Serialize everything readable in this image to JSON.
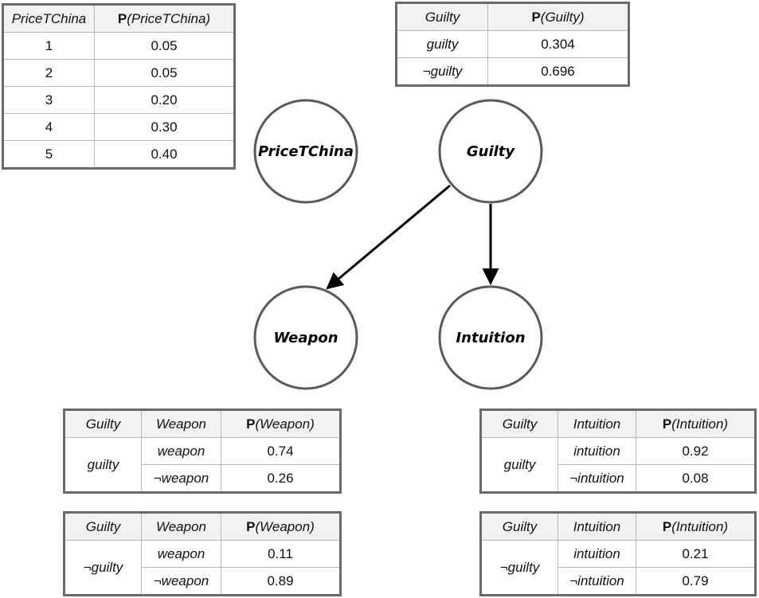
{
  "nodes": {
    "price": "PriceTChina",
    "guilty": "Guilty",
    "weapon": "Weapon",
    "intuition": "Intuition"
  },
  "prior_price": {
    "var_header": "PriceTChina",
    "p_bold": "P",
    "p_arg": "(PriceTChina)",
    "rows": [
      {
        "value": "1",
        "p": "0.05"
      },
      {
        "value": "2",
        "p": "0.05"
      },
      {
        "value": "3",
        "p": "0.20"
      },
      {
        "value": "4",
        "p": "0.30"
      },
      {
        "value": "5",
        "p": "0.40"
      }
    ]
  },
  "prior_guilty": {
    "var_header": "Guilty",
    "p_bold": "P",
    "p_arg": "(Guilty)",
    "rows": [
      {
        "value": "guilty",
        "p": "0.304"
      },
      {
        "value": "¬guilty",
        "p": "0.696"
      }
    ]
  },
  "cpt_weapon_guilty": {
    "parent_header": "Guilty",
    "var_header": "Weapon",
    "p_bold": "P",
    "p_arg": "(Weapon)",
    "parent_value": "guilty",
    "rows": [
      {
        "value": "weapon",
        "p": "0.74"
      },
      {
        "value": "¬weapon",
        "p": "0.26"
      }
    ]
  },
  "cpt_weapon_notguilty": {
    "parent_header": "Guilty",
    "var_header": "Weapon",
    "p_bold": "P",
    "p_arg": "(Weapon)",
    "parent_value": "¬guilty",
    "rows": [
      {
        "value": "weapon",
        "p": "0.11"
      },
      {
        "value": "¬weapon",
        "p": "0.89"
      }
    ]
  },
  "cpt_intuition_guilty": {
    "parent_header": "Guilty",
    "var_header": "Intuition",
    "p_bold": "P",
    "p_arg": "(Intuition)",
    "parent_value": "guilty",
    "rows": [
      {
        "value": "intuition",
        "p": "0.92"
      },
      {
        "value": "¬intuition",
        "p": "0.08"
      }
    ]
  },
  "cpt_intuition_notguilty": {
    "parent_header": "Guilty",
    "var_header": "Intuition",
    "p_bold": "P",
    "p_arg": "(Intuition)",
    "parent_value": "¬guilty",
    "rows": [
      {
        "value": "intuition",
        "p": "0.21"
      },
      {
        "value": "¬intuition",
        "p": "0.79"
      }
    ]
  }
}
